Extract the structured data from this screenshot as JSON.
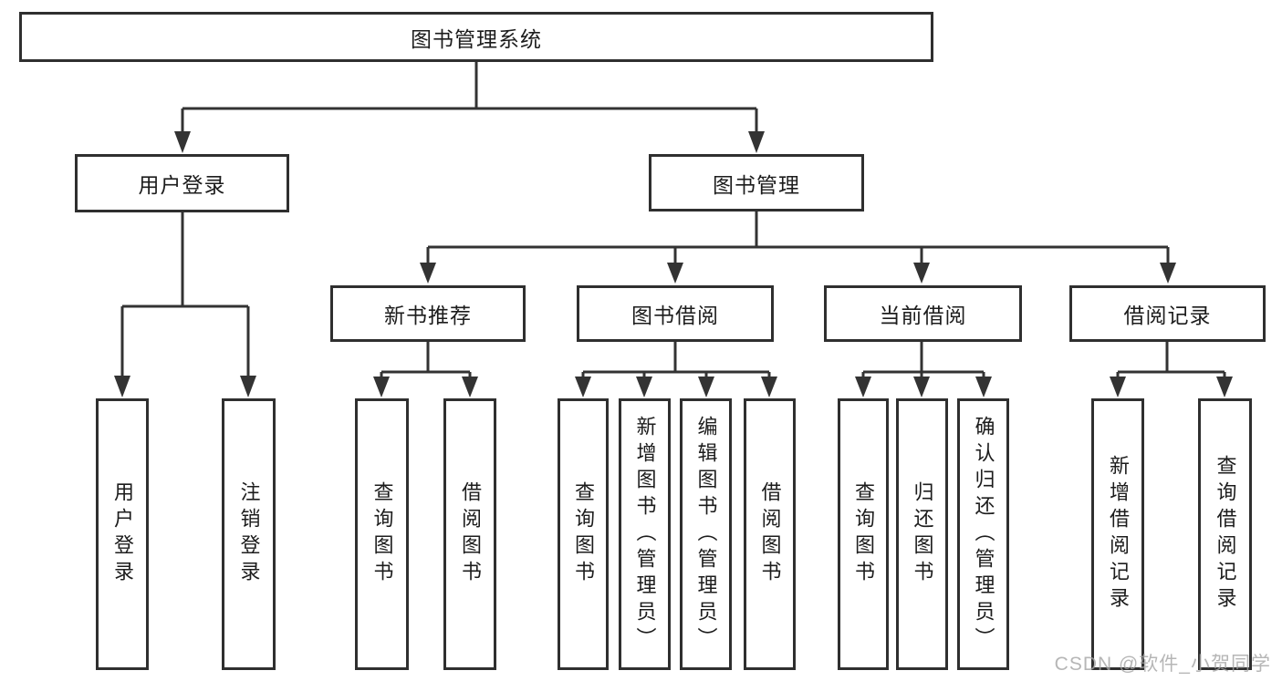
{
  "diagram": {
    "root": {
      "label": "图书管理系统"
    },
    "level2": [
      {
        "label": "用户登录"
      },
      {
        "label": "图书管理"
      }
    ],
    "level3": [
      {
        "label": "新书推荐"
      },
      {
        "label": "图书借阅"
      },
      {
        "label": "当前借阅"
      },
      {
        "label": "借阅记录"
      }
    ],
    "leaves": {
      "user_login": [
        {
          "label": "用户登录"
        },
        {
          "label": "注销登录"
        }
      ],
      "new_book": [
        {
          "label": "查询图书"
        },
        {
          "label": "借阅图书"
        }
      ],
      "book_borrow": [
        {
          "label": "查询图书"
        },
        {
          "label": "新增图书（管理员）"
        },
        {
          "label": "编辑图书（管理员）"
        },
        {
          "label": "借阅图书"
        }
      ],
      "current_borrow": [
        {
          "label": "查询图书"
        },
        {
          "label": "归还图书"
        },
        {
          "label": "确认归还（管理员）"
        }
      ],
      "borrow_record": [
        {
          "label": "新增借阅记录"
        },
        {
          "label": "查询借阅记录"
        }
      ]
    }
  },
  "watermark": {
    "text": "CSDN @软件_小贺同学"
  },
  "colors": {
    "line": "#333333",
    "border": "#2f2f2f",
    "text": "#1c1c1c",
    "watermark": "#a4a4a4",
    "background": "#ffffff"
  }
}
